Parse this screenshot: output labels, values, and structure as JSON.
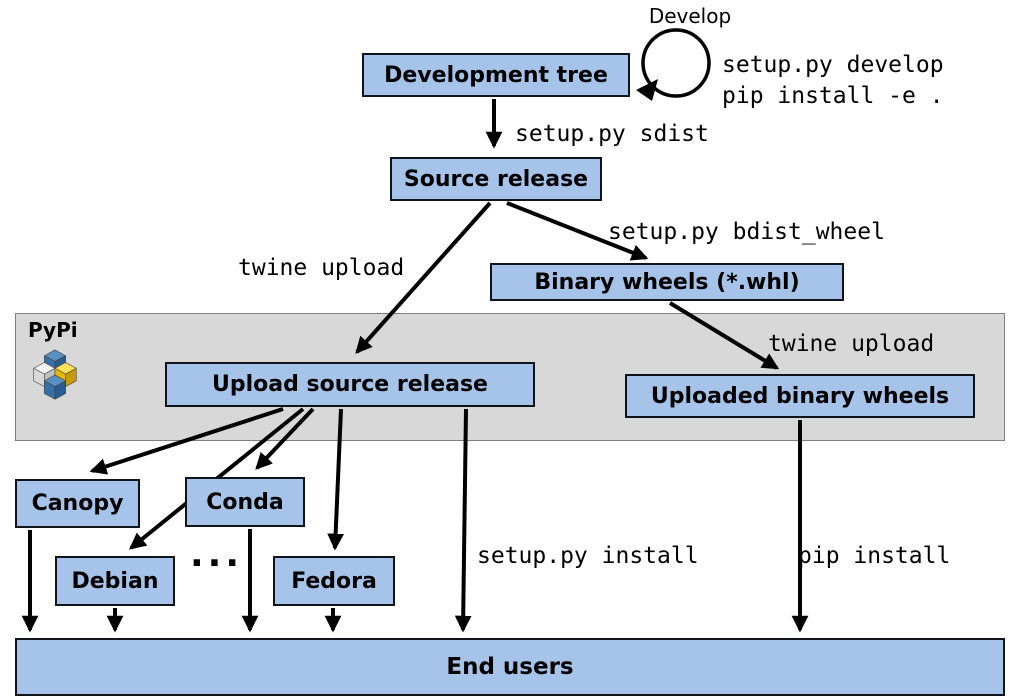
{
  "colors": {
    "box_fill": "#a6c3ea",
    "box_border": "#10131a",
    "band_fill": "#d8d8d8",
    "band_border": "#7f7f7f",
    "arrow": "#000000",
    "pypi_blue": "#3670a9",
    "pypi_yellow": "#ffd43b"
  },
  "nodes": {
    "development_tree": "Development tree",
    "source_release": "Source release",
    "binary_wheels": "Binary wheels (*.whl)",
    "upload_source_release": "Upload source release",
    "uploaded_binary_wheels": "Uploaded binary wheels",
    "canopy": "Canopy",
    "conda": "Conda",
    "debian": "Debian",
    "fedora": "Fedora",
    "end_users": "End users"
  },
  "band": {
    "label": "PyPi"
  },
  "edge_labels": {
    "develop": "Develop",
    "setup_develop": "setup.py develop",
    "pip_install_e": "pip install -e .",
    "setup_sdist": "setup.py sdist",
    "twine_upload_source": "twine upload",
    "setup_bdist_wheel": "setup.py bdist_wheel",
    "twine_upload_wheels": "twine upload",
    "setup_install": "setup.py install",
    "pip_install": "pip install"
  },
  "ellipsis": "..."
}
